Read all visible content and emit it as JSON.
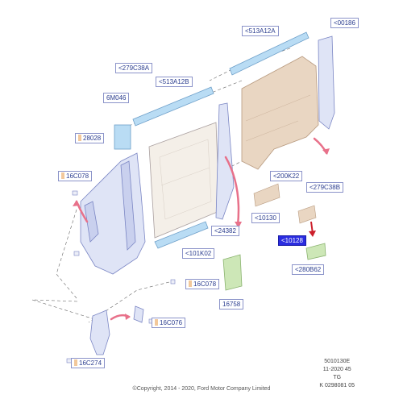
{
  "labels": {
    "c1": "<513A12A",
    "c2": "<00186",
    "c3": "<279C38A",
    "c4": "<513A12B",
    "c5": "6M046",
    "c6": "28028",
    "c7": "<200K22",
    "c8": "<279C38B",
    "c9": "16C078",
    "c10": "<10130",
    "c11": "<24382",
    "c12": "<10128",
    "c13": "<101K02",
    "c14": "<280B62",
    "c15": "16C078",
    "c16": "16758",
    "c17": "16C076",
    "c18": "16C274"
  },
  "meta": {
    "line1": "5010130E",
    "line2": "11-2020 45",
    "line3": "TG",
    "line4": "K 0298081 05"
  },
  "copyright": "©Copyright, 2014 - 2020, Ford Motor Company Limited"
}
